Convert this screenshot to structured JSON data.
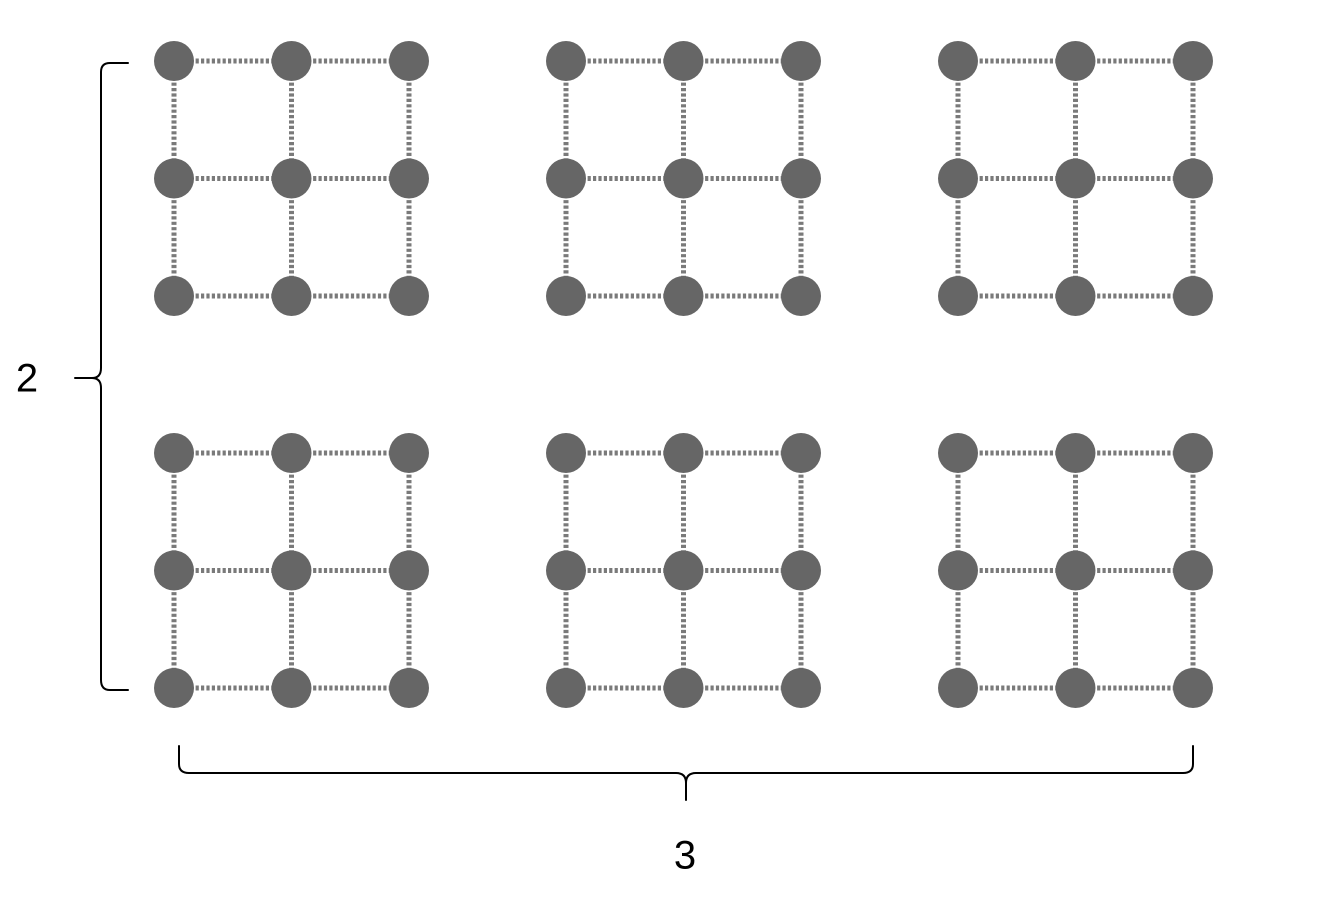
{
  "labels": {
    "rows_count": "2",
    "columns_count": "3"
  },
  "grid_layout": {
    "rows": 2,
    "columns": 3,
    "lattice_nodes_per_side": 3
  },
  "colors": {
    "node": "#666666",
    "edge": "#7a7a7a",
    "brace": "#000000",
    "text": "#000000"
  }
}
